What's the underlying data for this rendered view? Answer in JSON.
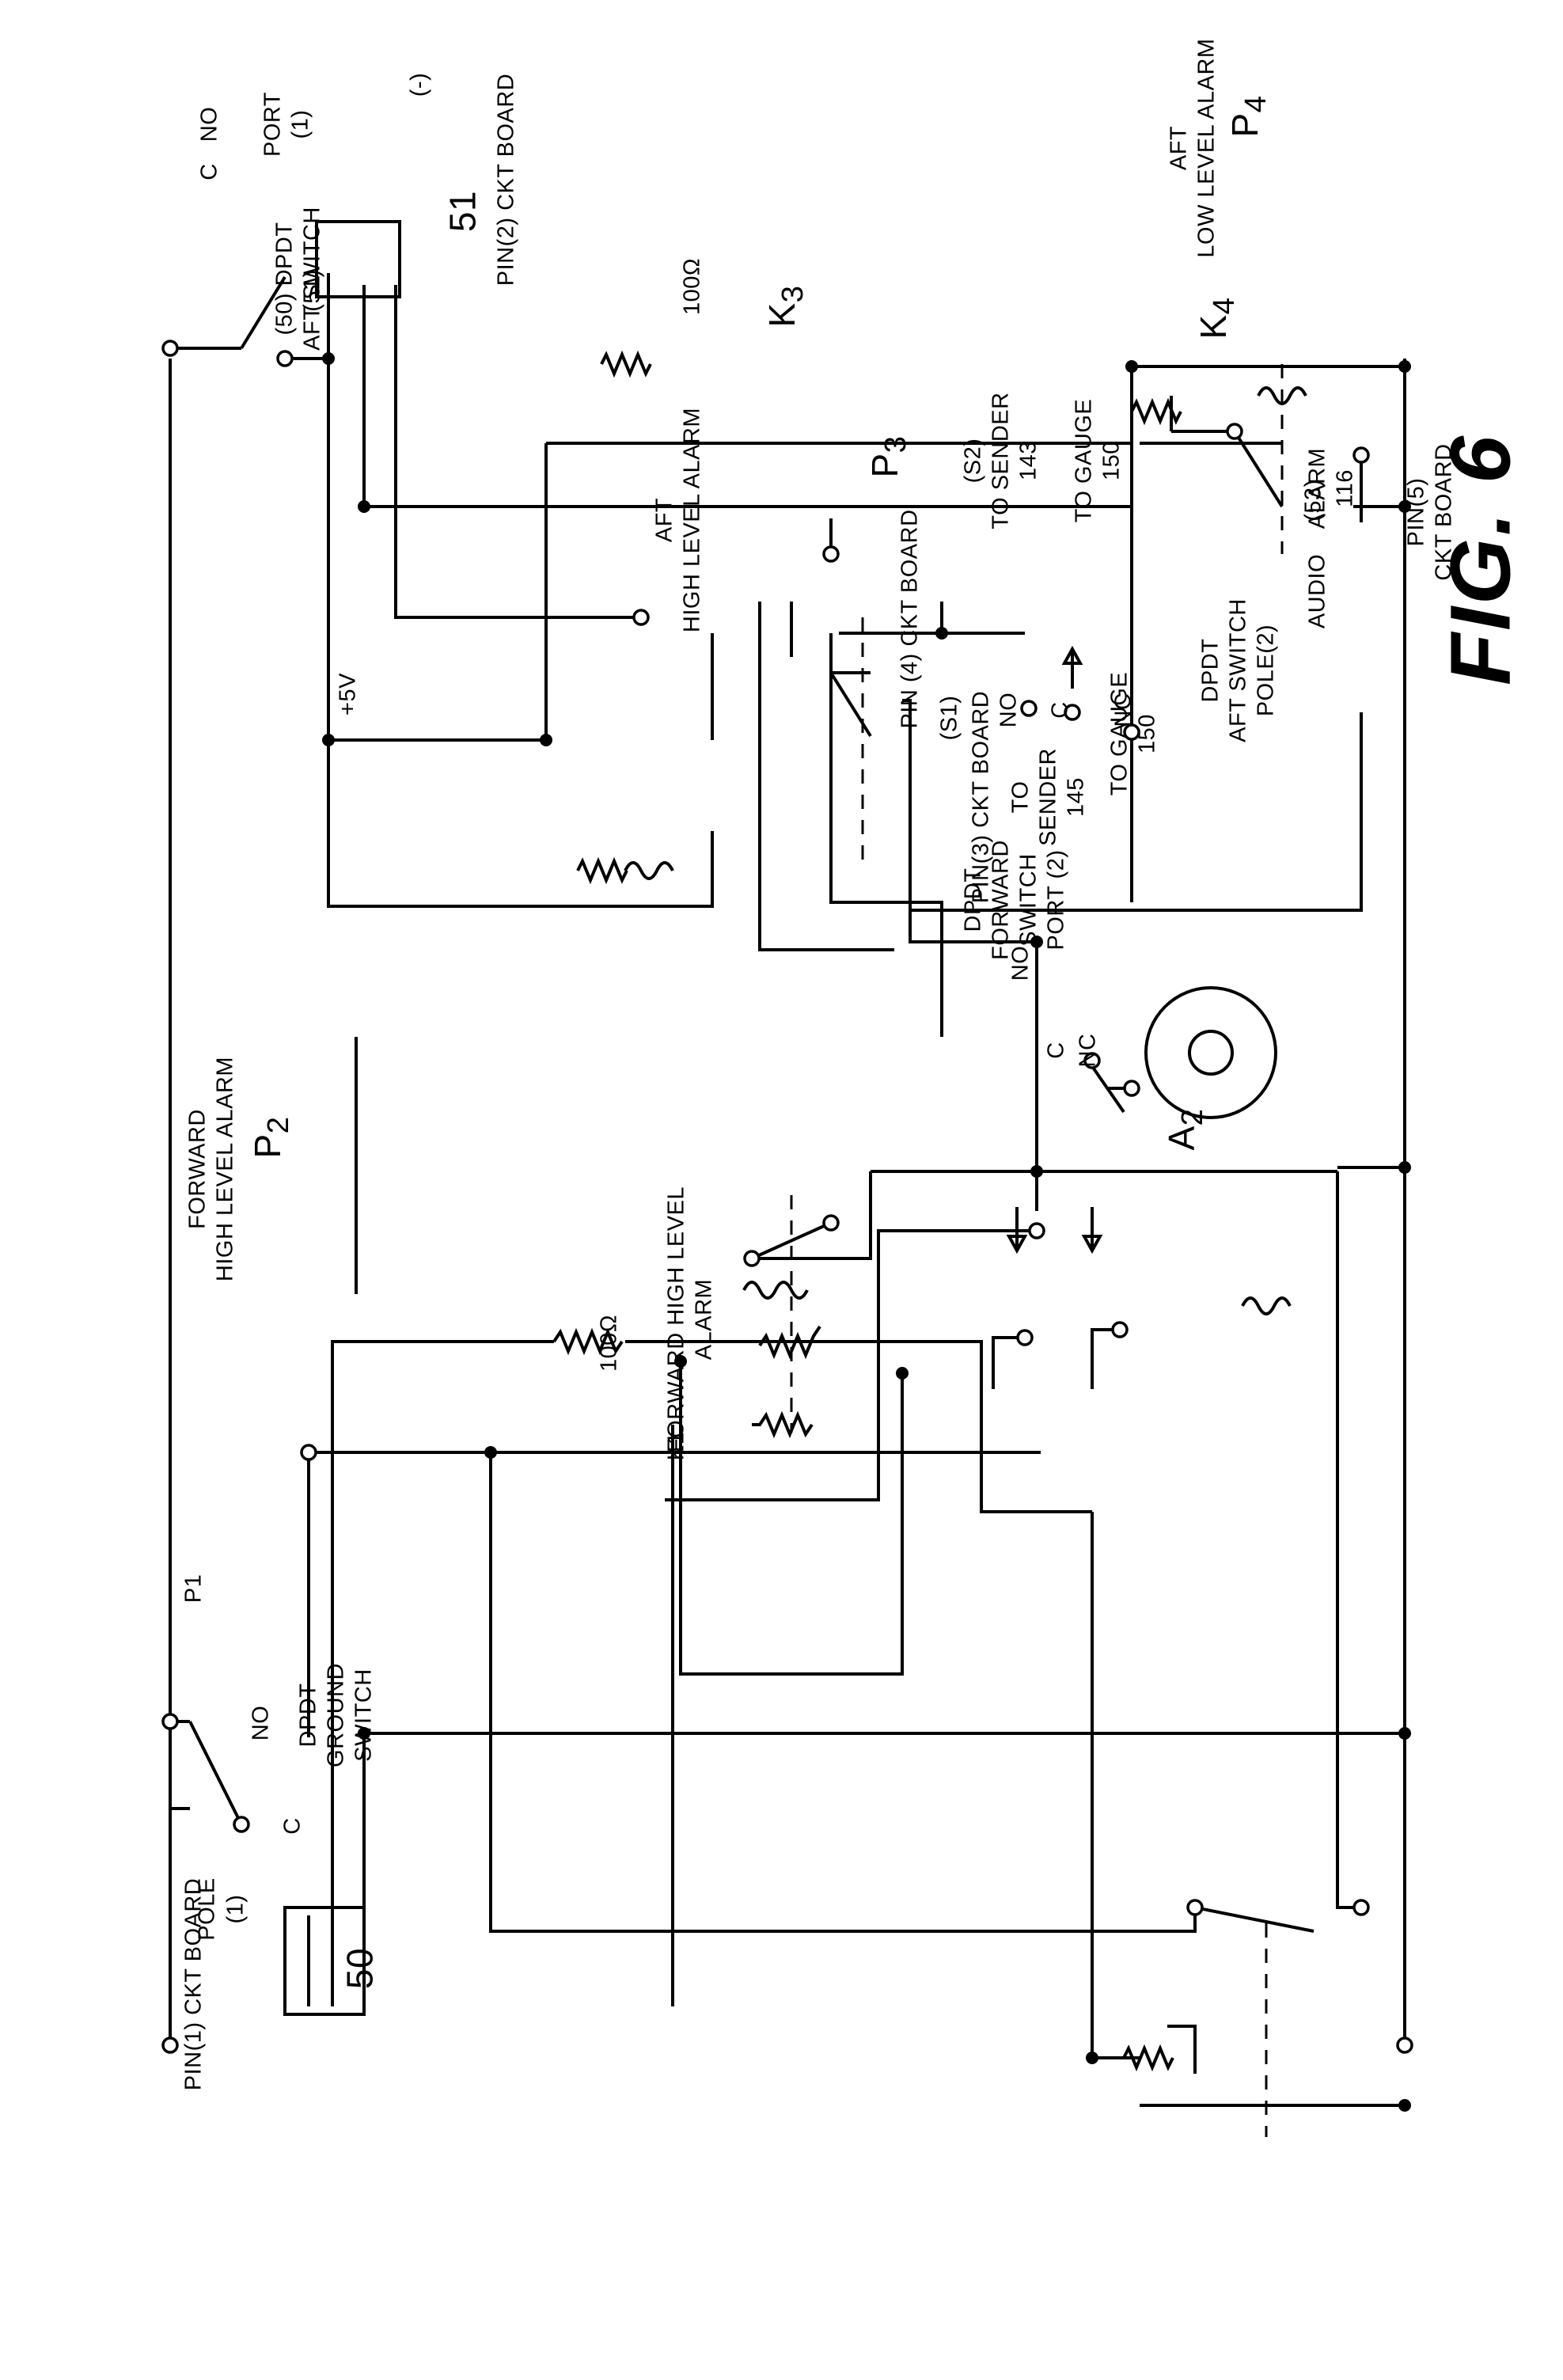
{
  "figure_label": "FIG. 6",
  "labels": {
    "pin1": "PIN(1) CKT BOARD",
    "pin2": "PIN(2) CKT BOARD",
    "minus": "(-)",
    "pole51": "(51)",
    "pole_word": "POLE",
    "pole_num": "(1)",
    "ref50": "50",
    "ref51": "51",
    "dpdt_ground_1": "DPDT",
    "dpdt_ground_2": "GROUND",
    "dpdt_ground_3": "SWITCH",
    "no_a": "NO",
    "c_a": "C",
    "fwd_hi_top_1": "FORWARD HIGH LEVEL",
    "fwd_hi_top_2": "ALARM",
    "r100_a": "100Ω",
    "k1": "K1",
    "p1": "P1",
    "s1": "(S1)",
    "pin3": "PIN(3) CKT BOARD",
    "no_b": "NO",
    "c_b": "C",
    "nc_b": "NC",
    "pin4": "PIN (4) CKT BOARD",
    "to_sender_1": "TO",
    "to_sender_2": "SENDER",
    "ref145": "145",
    "to_gauge_a": "TO GAUGE",
    "ref150_a": "150",
    "dpdt_fwd_1": "DPDT",
    "dpdt_fwd_2": "FORWARD",
    "dpdt_fwd_3": "SWITCH",
    "dpdt_fwd_4": "PORT (2)",
    "fwd_hi_bottom_1": "FORWARD",
    "fwd_hi_bottom_2": "HIGH LEVEL ALARM",
    "p2": "P",
    "p2_sub": "2",
    "a2": "A",
    "a2_sub": "2",
    "pin5_1": "PIN(5)",
    "pin5_2": "CKT BOARD",
    "ref53": "(53)",
    "audio": "AUDIO",
    "alarm": "ALARM",
    "ref116": "116",
    "aft_hi_1": "AFT",
    "aft_hi_2": "HIGH LEVEL ALARM",
    "s2": "(S2)",
    "to_sender_s2": "TO SENDER",
    "ref143": "143",
    "to_gauge_b": "TO GAUGE",
    "ref150_b": "150",
    "plus5v": "+5V",
    "no_c": "NO",
    "c_c": "C",
    "nc_c": "NC",
    "dpdt_aft_1": "DPDT",
    "dpdt_aft_2": "AFT SWITCH",
    "dpdt_aft_3": "POLE(2)",
    "r100_b": "100Ω",
    "k3": "K",
    "k3_sub": "3",
    "aft_sw_1": "(50) DPDT",
    "aft_sw_2": "AFT SWITCH",
    "no_d": "NO",
    "c_d": "C",
    "port_word": "PORT",
    "port_num": "(1)",
    "p3": "P",
    "p3_sub": "3",
    "aft_lo_1": "AFT",
    "aft_lo_2": "LOW LEVEL ALARM",
    "p4": "P",
    "p4_sub": "4",
    "k4": "K",
    "k4_sub": "4"
  }
}
